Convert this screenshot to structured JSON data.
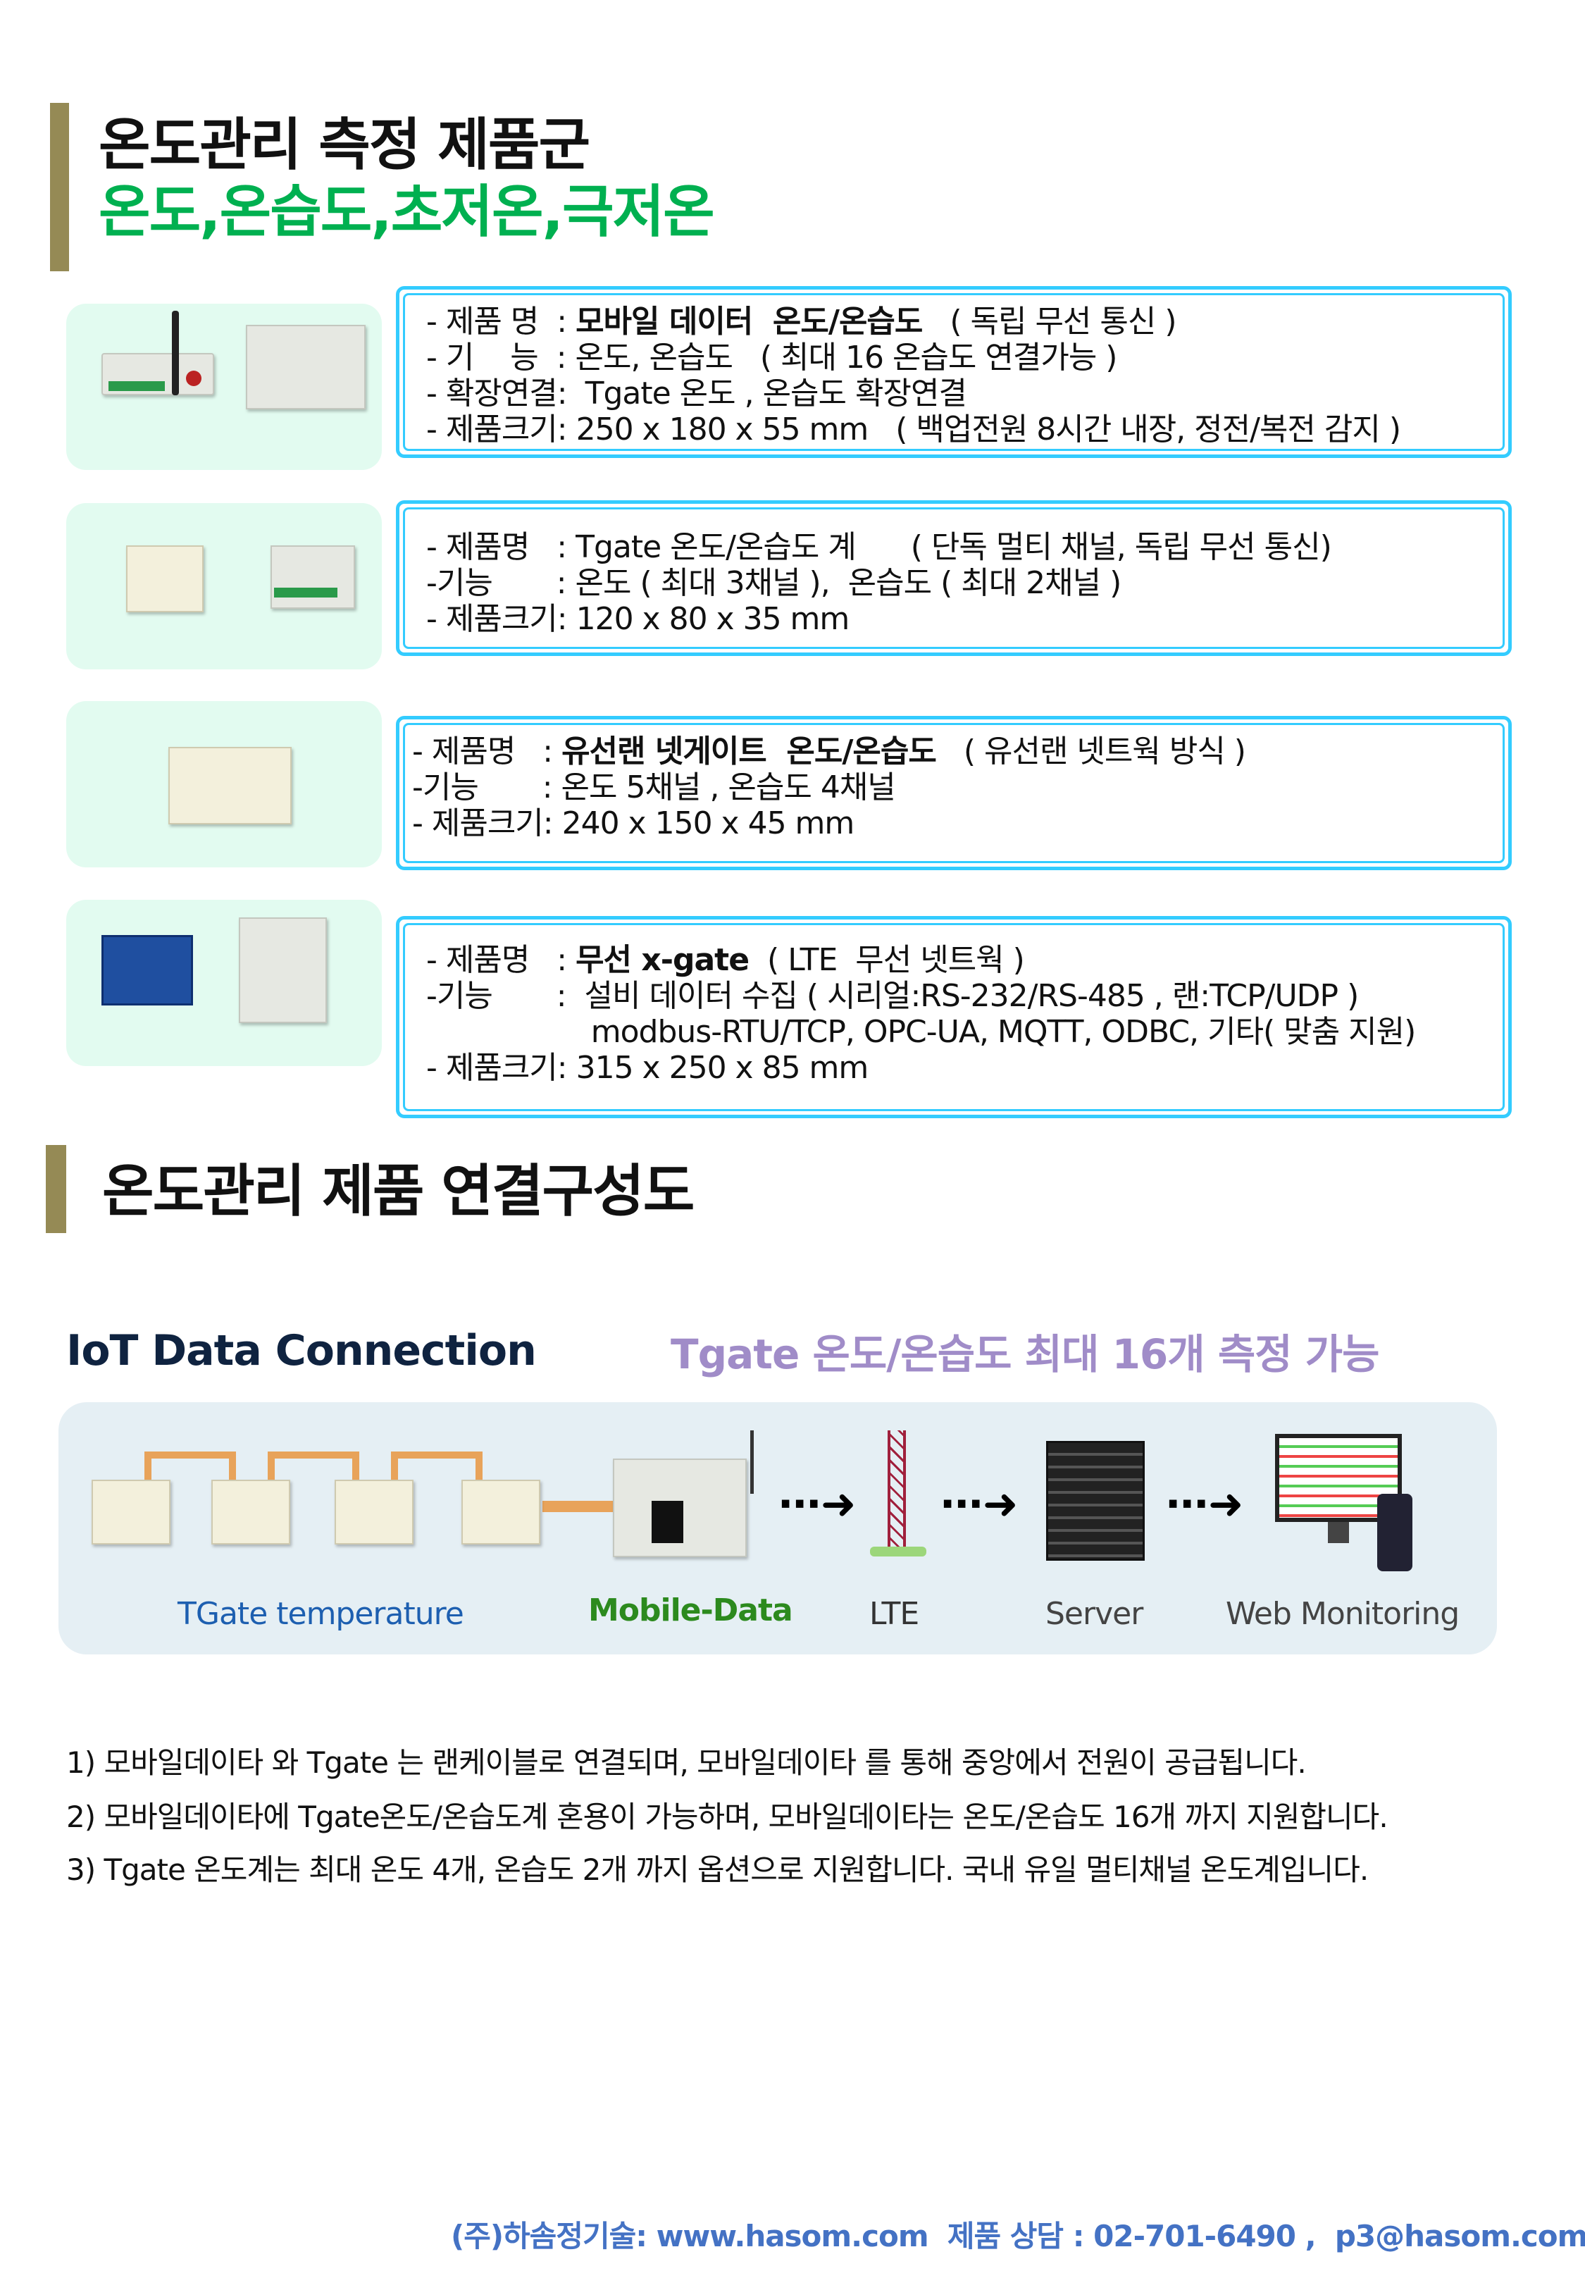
{
  "section1": {
    "title": "온도관리 측정 제품군",
    "subtitle": "온도,온습도,초저온,극저온"
  },
  "products": [
    {
      "lines": [
        {
          "pre": "- 제품 명  : ",
          "bold": "모바일 데이터  온도/온습도",
          "post": "   ( 독립 무선 통신 )"
        },
        {
          "pre": "- 기    능  : 온도, 온습도   ( 최대 16 온습도 연결가능 )",
          "bold": "",
          "post": ""
        },
        {
          "pre": "- 확장연결:  Tgate 온도 , 온습도 확장연결",
          "bold": "",
          "post": ""
        },
        {
          "pre": "- 제품크기: 250 x 180 x 55 mm   ( 백업전원 8시간 내장, 정전/복전 감지 )",
          "bold": "",
          "post": ""
        }
      ]
    },
    {
      "lines": [
        {
          "pre": "- 제품명   : Tgate 온도/온습도 계      ( 단독 멀티 채널, 독립 무선 통신)",
          "bold": "",
          "post": ""
        },
        {
          "pre": "-기능       : 온도 ( 최대 3채널 ),  온습도 ( 최대 2채널 )",
          "bold": "",
          "post": ""
        },
        {
          "pre": "- 제품크기: 120 x 80 x 35 mm",
          "bold": "",
          "post": ""
        }
      ]
    },
    {
      "lines": [
        {
          "pre": "- 제품명   : ",
          "bold": "유선랜 넷게이트  온도/온습도",
          "post": "   ( 유선랜 넷트웍 방식 )"
        },
        {
          "pre": "-기능       : 온도 5채널 , 온습도 4채널",
          "bold": "",
          "post": ""
        },
        {
          "pre": "- 제품크기: 240 x 150 x 45 mm",
          "bold": "",
          "post": ""
        }
      ]
    },
    {
      "lines": [
        {
          "pre": "- 제품명   : ",
          "bold": "무선 x-gate",
          "post": "  ( LTE  무선 넷트웍 )"
        },
        {
          "pre": "-기능       :  설비 데이터 수집 ( 시리얼:RS-232/RS-485 , 랜:TCP/UDP )",
          "bold": "",
          "post": ""
        },
        {
          "pre": "                  modbus-RTU/TCP, OPC-UA, MQTT, ODBC, 기타( 맞춤 지원)",
          "bold": "",
          "post": ""
        },
        {
          "pre": "- 제품크기: 315 x 250 x 85 mm",
          "bold": "",
          "post": ""
        }
      ]
    }
  ],
  "section2": {
    "title": "온도관리 제품 연결구성도"
  },
  "diagram": {
    "heading": "IoT Data Connection",
    "highlight": "Tgate 온도/온습도 최대 16개 측정 가능",
    "labels": {
      "tgate": "TGate temperature",
      "mobile": "Mobile-Data",
      "lte": "LTE",
      "server": "Server",
      "web": "Web Monitoring"
    }
  },
  "notes": [
    "1) 모바일데이타 와 Tgate 는 랜케이블로 연결되며, 모바일데이타 를 통해 중앙에서 전원이 공급됩니다.",
    "2) 모바일데이타에 Tgate온도/온습도계 혼용이 가능하며, 모바일데이타는 온도/온습도 16개 까지 지원합니다.",
    "3) Tgate 온도계는 최대 온도 4개, 온습도 2개 까지 옵션으로 지원합니다. 국내 유일 멀티채널 온도계입니다."
  ],
  "footer": "(주)하솜정기술: www.hasom.com  제품 상담 : 02-701-6490 ,  p3@hasom.com",
  "colors": {
    "accent_bar": "#958a55",
    "green": "#00b050",
    "border": "#33ccff",
    "purple": "#a08cc8",
    "footer": "#4472c4"
  }
}
